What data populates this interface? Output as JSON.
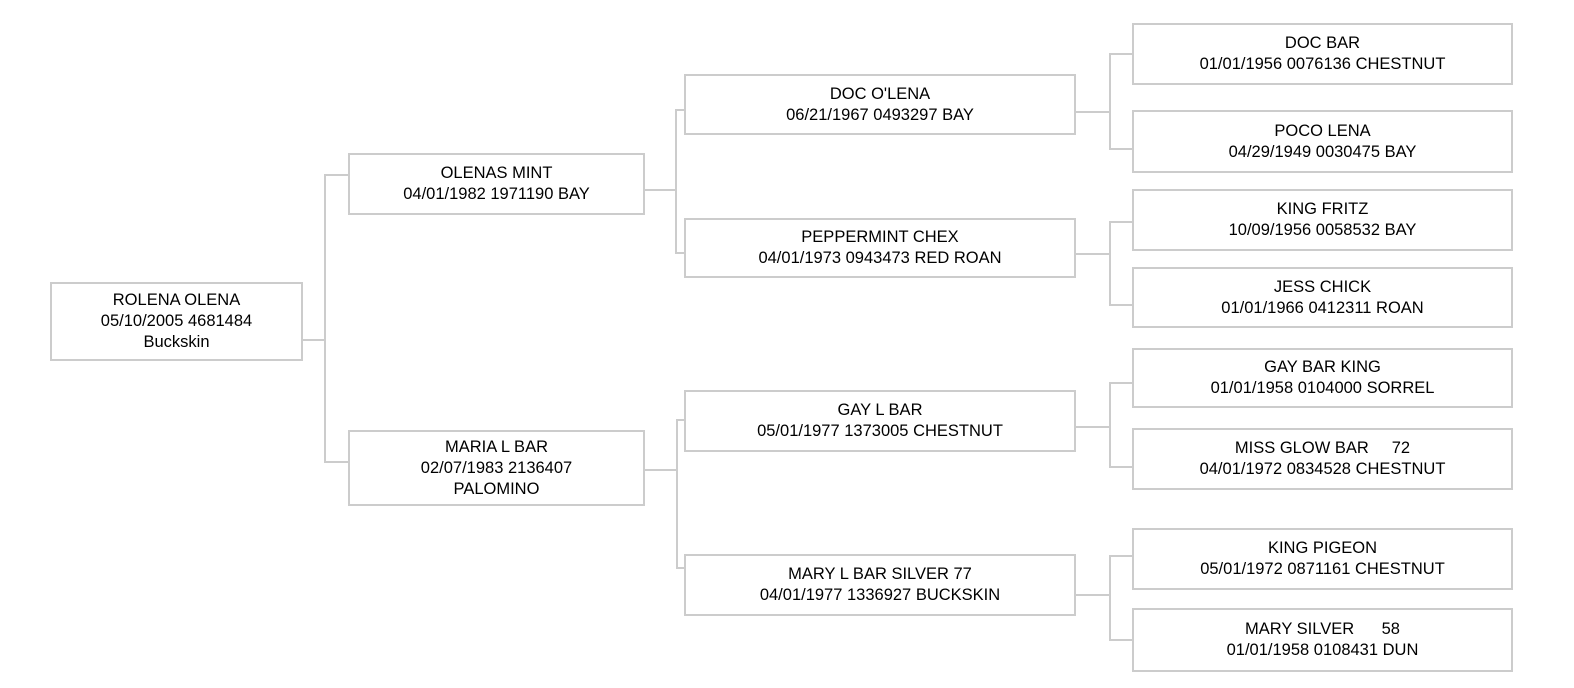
{
  "diagram": {
    "type": "pedigree-tree",
    "title": "",
    "root_id": "rolena-olena",
    "line_color": "#cccccc",
    "box_border_color": "#cccccc",
    "text_color": "#000000",
    "background_color": "#ffffff",
    "nodes": [
      {
        "id": "rolena-olena",
        "generation": 1,
        "lines": [
          "ROLENA OLENA",
          "05/10/2005 4681484",
          "Buckskin"
        ],
        "sire": "olenas-mint",
        "dam": "maria-l-bar"
      },
      {
        "id": "olenas-mint",
        "generation": 2,
        "lines": [
          "OLENAS MINT",
          "04/01/1982 1971190 BAY"
        ],
        "sire": "doc-olena",
        "dam": "peppermint-chex"
      },
      {
        "id": "maria-l-bar",
        "generation": 2,
        "lines": [
          "MARIA L BAR",
          "02/07/1983 2136407",
          "PALOMINO"
        ],
        "sire": "gay-l-bar",
        "dam": "mary-l-bar-silver-77"
      },
      {
        "id": "doc-olena",
        "generation": 3,
        "lines": [
          "DOC O'LENA",
          "06/21/1967 0493297 BAY"
        ],
        "sire": "doc-bar",
        "dam": "poco-lena"
      },
      {
        "id": "peppermint-chex",
        "generation": 3,
        "lines": [
          "PEPPERMINT CHEX",
          "04/01/1973 0943473 RED ROAN"
        ],
        "sire": "king-fritz",
        "dam": "jess-chick"
      },
      {
        "id": "gay-l-bar",
        "generation": 3,
        "lines": [
          "GAY L BAR",
          "05/01/1977 1373005 CHESTNUT"
        ],
        "sire": "gay-bar-king",
        "dam": "miss-glow-bar-72"
      },
      {
        "id": "mary-l-bar-silver-77",
        "generation": 3,
        "lines": [
          "MARY L BAR SILVER 77",
          "04/01/1977 1336927 BUCKSKIN"
        ],
        "sire": "king-pigeon",
        "dam": "mary-silver-58"
      },
      {
        "id": "doc-bar",
        "generation": 4,
        "lines": [
          "DOC BAR",
          "01/01/1956 0076136 CHESTNUT"
        ]
      },
      {
        "id": "poco-lena",
        "generation": 4,
        "lines": [
          "POCO LENA",
          "04/29/1949 0030475 BAY"
        ]
      },
      {
        "id": "king-fritz",
        "generation": 4,
        "lines": [
          "KING FRITZ",
          "10/09/1956 0058532 BAY"
        ]
      },
      {
        "id": "jess-chick",
        "generation": 4,
        "lines": [
          "JESS CHICK",
          "01/01/1966 0412311 ROAN"
        ]
      },
      {
        "id": "gay-bar-king",
        "generation": 4,
        "lines": [
          "GAY BAR KING",
          "01/01/1958 0104000 SORREL"
        ]
      },
      {
        "id": "miss-glow-bar-72",
        "generation": 4,
        "lines": [
          "MISS GLOW BAR     72",
          "04/01/1972 0834528 CHESTNUT"
        ]
      },
      {
        "id": "king-pigeon",
        "generation": 4,
        "lines": [
          "KING PIGEON",
          "05/01/1972 0871161 CHESTNUT"
        ]
      },
      {
        "id": "mary-silver-58",
        "generation": 4,
        "lines": [
          "MARY SILVER      58",
          "01/01/1958 0108431 DUN"
        ]
      }
    ]
  }
}
